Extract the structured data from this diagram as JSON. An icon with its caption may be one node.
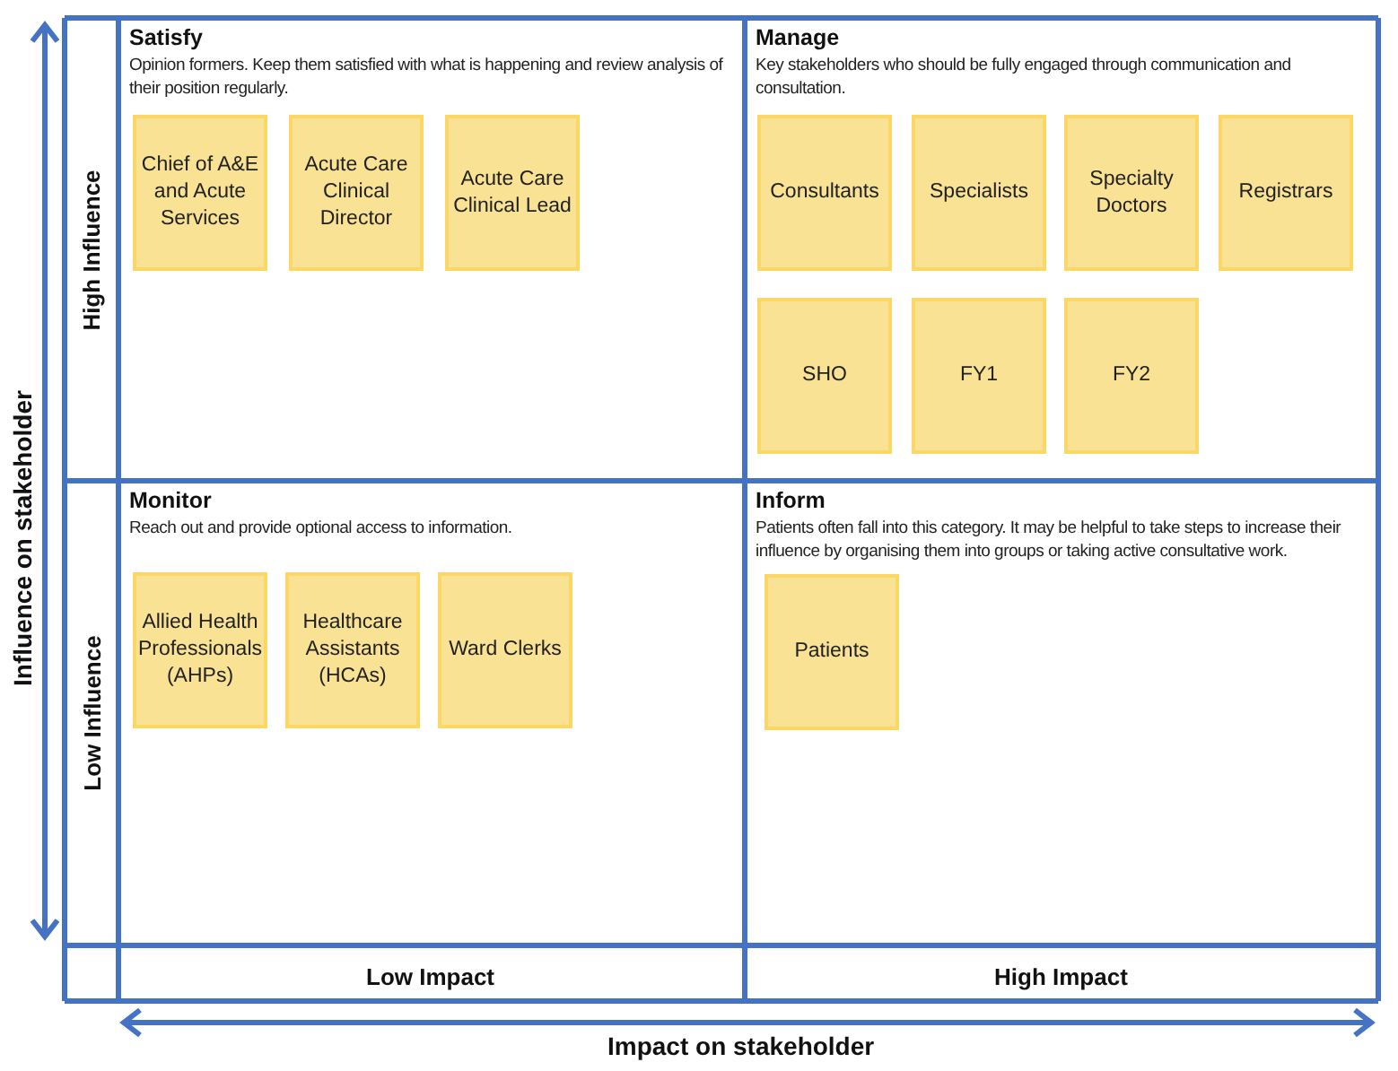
{
  "diagram": {
    "nodes": [
      {
        "text": [
          "Satisfy",
          "Opinion formers. Keep them satisfied with what is happening and review analysis of their position regularly."
        ]
      },
      {
        "text": [
          "Chief of A&E and Acute Services"
        ],
        "in": 0
      },
      {
        "text": [
          "Acute Care Clinical Director"
        ],
        "in": 0
      },
      {
        "text": [
          "Acute Care Clinical Lead"
        ],
        "in": 0
      },
      {
        "text": [
          "Manage",
          "Key stakeholders who should be fully engaged through communication and consultation."
        ]
      },
      {
        "text": [
          "Consultants"
        ],
        "in": 4
      },
      {
        "text": [
          "Specialists"
        ],
        "in": 4
      },
      {
        "text": [
          "Specialty Doctors"
        ],
        "in": 4
      },
      {
        "text": [
          "Registrars"
        ],
        "in": 4
      },
      {
        "text": [
          "SHO"
        ],
        "in": 4
      },
      {
        "text": [
          "FY1"
        ],
        "in": 4
      },
      {
        "text": [
          "FY2"
        ],
        "in": 4
      },
      {
        "text": [
          "Monitor",
          "Reach out and provide optional access to information."
        ]
      },
      {
        "text": [
          "Allied Health Professionals (AHPs)"
        ],
        "in": 12
      },
      {
        "text": [
          "Healthcare Assistants (HCAs)"
        ],
        "in": 12
      },
      {
        "text": [
          "Ward Clerks"
        ],
        "in": 12
      },
      {
        "text": [
          "Inform",
          "Patients often fall into this category. It may be helpful to take steps to increase their influence by organising them into groups or taking active consultative work."
        ]
      },
      {
        "text": [
          "Patients"
        ],
        "in": 16
      }
    ],
    "edges": [],
    "labels": [
      "Influence on stakeholder",
      "High Influence",
      "Low Influence",
      "Low Impact",
      "High Impact",
      "Impact on stakeholder"
    ]
  }
}
